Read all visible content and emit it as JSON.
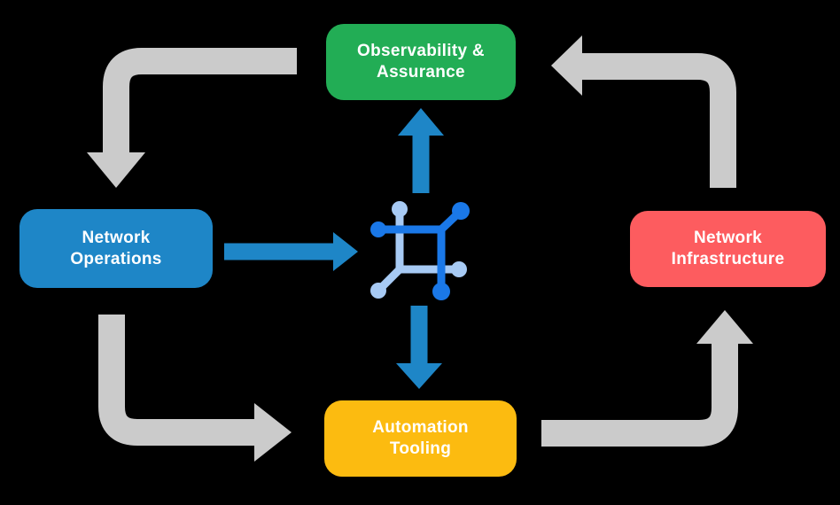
{
  "diagram": {
    "background": "#000000",
    "nodes": {
      "observability": {
        "label": "Observability &\nAssurance",
        "color": "#22AD55"
      },
      "operations": {
        "label": "Network\nOperations",
        "color": "#1E86C7"
      },
      "infrastructure": {
        "label": "Network\nInfrastructure",
        "color": "#FD5C5F"
      },
      "automation": {
        "label": "Automation\nTooling",
        "color": "#FCBB10"
      }
    },
    "colors": {
      "cycle_arrow": "#CBCBCB",
      "flow_arrow": "#1E86C7",
      "icon_dark_blue": "#1A78E8",
      "icon_light_blue": "#A7CAF4",
      "label_text": "#FFFFFF"
    },
    "center_icon": "network-mesh-icon"
  }
}
